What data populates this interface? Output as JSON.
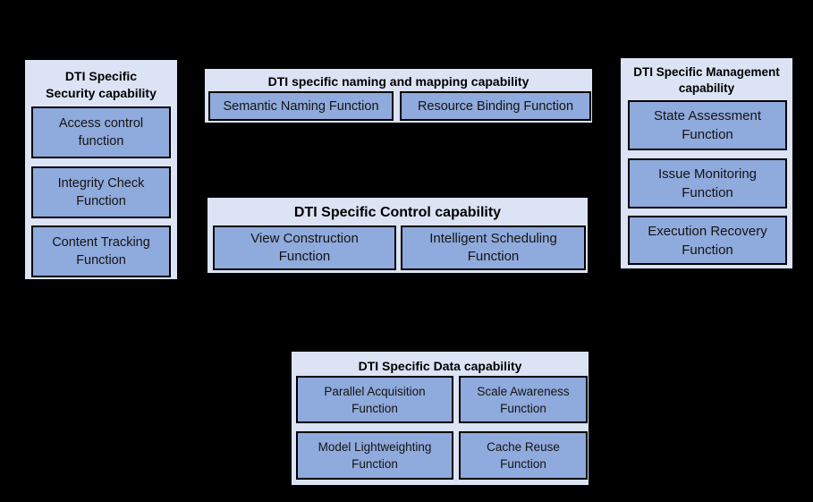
{
  "diagram": {
    "background_color": "#000000",
    "panel_fill_color": "#dbe3f4",
    "function_box_fill_color": "#8faadc",
    "border_color": "#000000",
    "text_color": "#000000"
  },
  "panels": {
    "security": {
      "title": "DTI Specific\nSecurity capability",
      "functions": [
        "Access control\nfunction",
        "Integrity Check\nFunction",
        "Content Tracking\nFunction"
      ]
    },
    "naming": {
      "title": "DTI specific naming and mapping capability",
      "functions": [
        "Semantic Naming Function",
        "Resource Binding Function"
      ]
    },
    "control": {
      "title": "DTI Specific Control capability",
      "functions": [
        "View Construction\nFunction",
        "Intelligent Scheduling\nFunction"
      ]
    },
    "management": {
      "title": "DTI Specific Management\ncapability",
      "functions": [
        "State Assessment\nFunction",
        "Issue Monitoring\nFunction",
        "Execution Recovery\nFunction"
      ]
    },
    "data": {
      "title": "DTI Specific Data capability",
      "functions": [
        "Parallel Acquisition\nFunction",
        "Scale Awareness\nFunction",
        "Model Lightweighting\nFunction",
        "Cache Reuse\nFunction"
      ]
    }
  }
}
